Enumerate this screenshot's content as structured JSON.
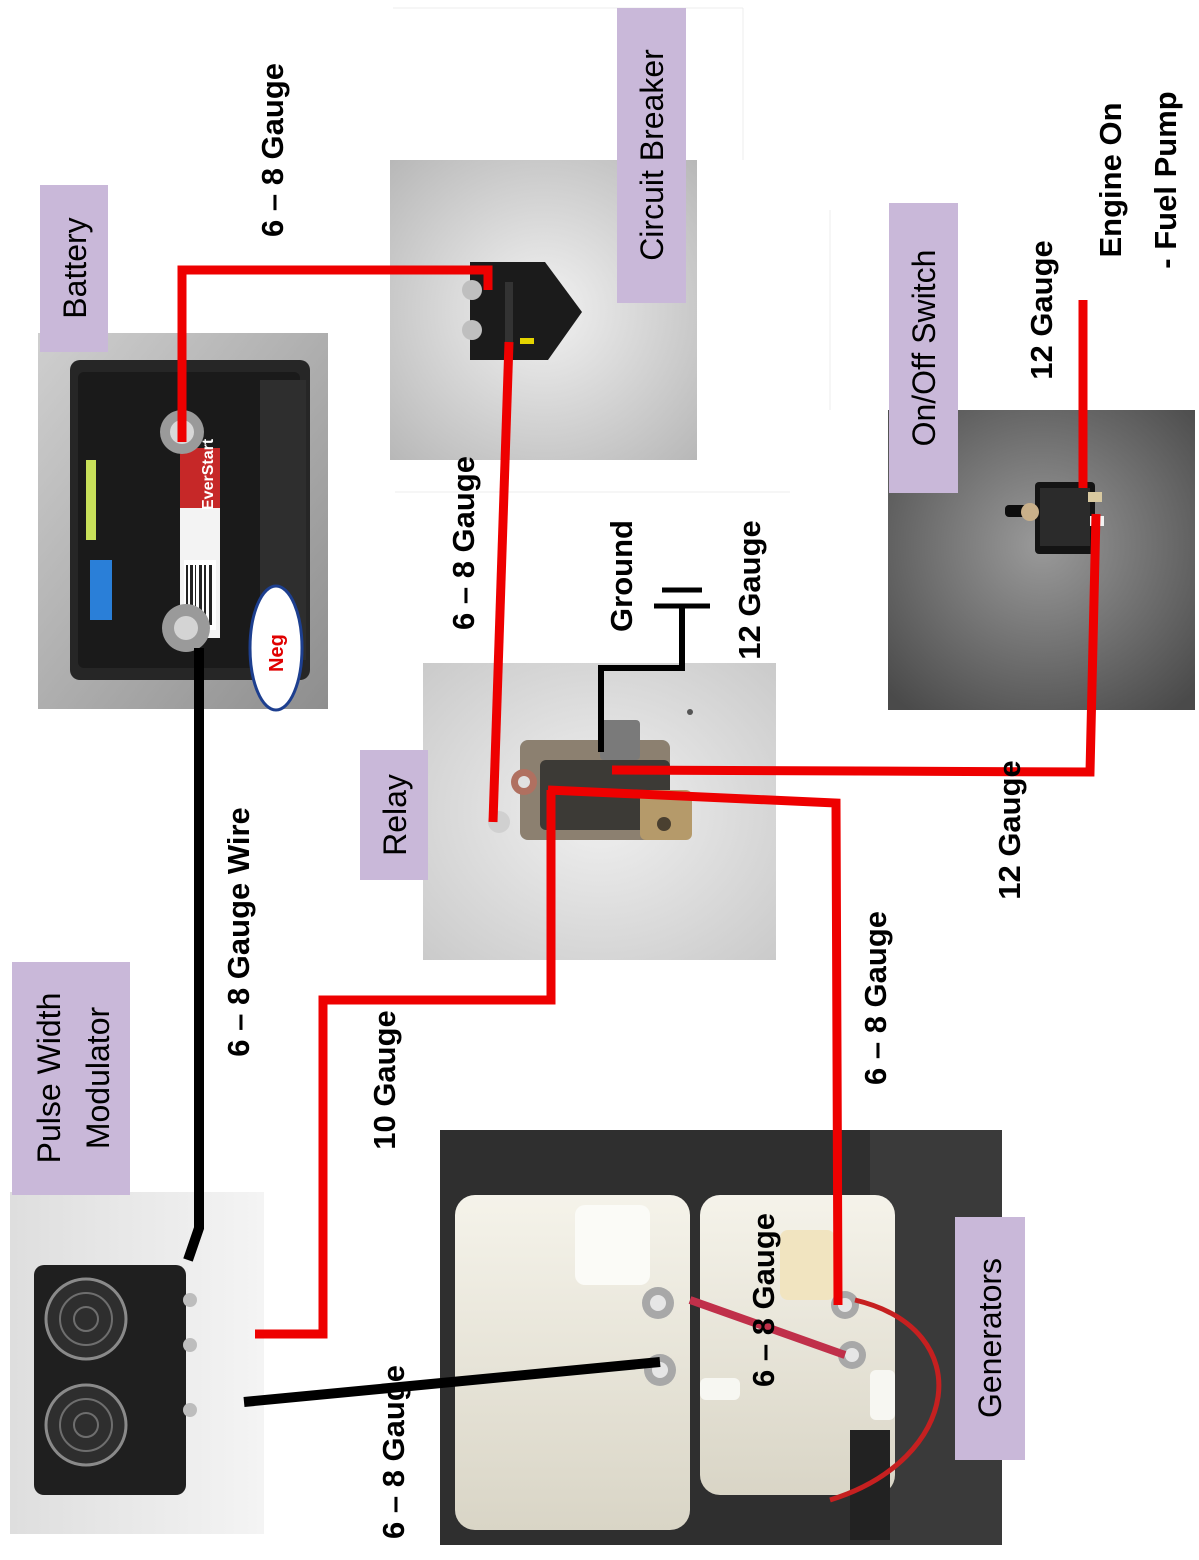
{
  "components": {
    "battery": {
      "label": "Battery",
      "neg_tag": "Neg",
      "brand": "EverStart"
    },
    "circuit_breaker": {
      "label": "Circuit Breaker"
    },
    "on_off_switch": {
      "label": "On/Off Switch"
    },
    "relay": {
      "label": "Relay"
    },
    "pulse_width_modulator": {
      "label_line1": "Pulse Width",
      "label_line2": "Modulator"
    },
    "generators": {
      "label": "Generators"
    }
  },
  "wire_labels": {
    "battery_to_breaker": "6 – 8 Gauge",
    "breaker_to_relay": "6 – 8 Gauge",
    "battery_neg_to_pwm": "6 – 8 Gauge Wire",
    "ground_label": "Ground",
    "ground_wire": "12 Gauge",
    "switch_out": "12 Gauge",
    "engine_on_line1": "Engine On",
    "engine_on_line2": "- Fuel Pump",
    "switch_to_relay": "12 Gauge",
    "relay_to_generators": "6 – 8 Gauge",
    "relay_to_pwm": "10 Gauge",
    "generator_jumper": "6 – 8 Gauge",
    "pwm_to_generators": "6 – 8 Gauge"
  },
  "colors": {
    "label_bg": "#c9b8d9",
    "positive_wire": "#ee0000",
    "negative_wire": "#000000",
    "neg_tag_text": "#e00000",
    "neg_tag_border": "#1d3f8f"
  }
}
